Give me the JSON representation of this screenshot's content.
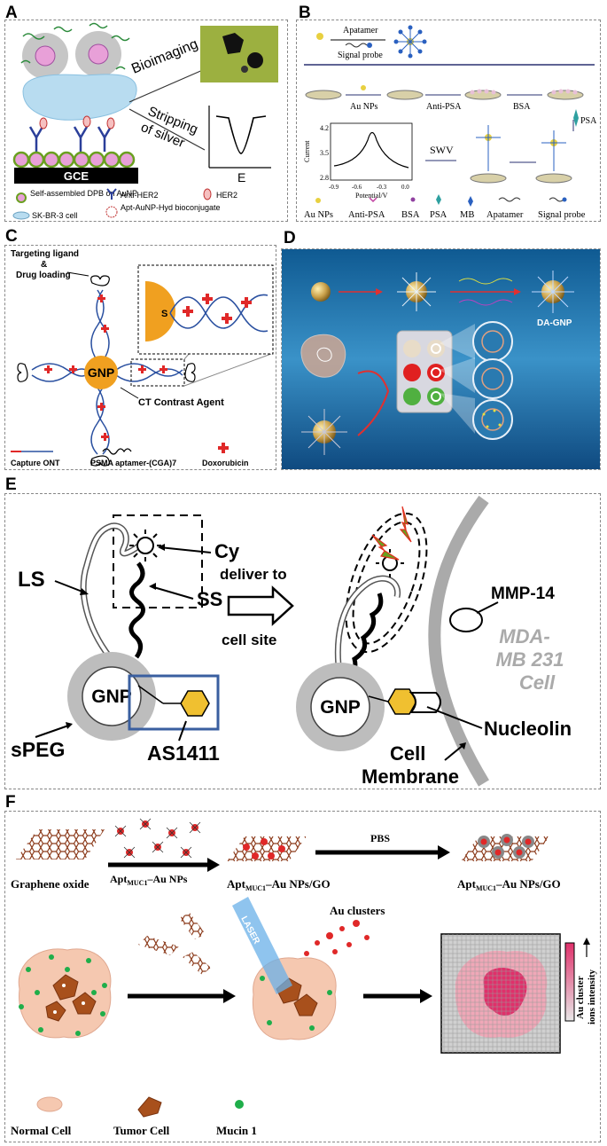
{
  "panels": {
    "A": {
      "letter": "A",
      "bioimaging": "Bioimaging",
      "stripping_line1": "Stripping",
      "stripping_line2": "of silver",
      "electrode": "GCE",
      "axis_e": "E",
      "legend": {
        "dpb": "Self-assembled DPB on AuNP",
        "anti_her2": "Anti-HER2",
        "her2": "HER2",
        "cell": "SK-BR-3 cell",
        "conjugate": "Apt-AuNP-Hyd bioconjugate"
      }
    },
    "B": {
      "letter": "B",
      "apatamer_top": "Apatamer",
      "signal_probe_top": "Signal probe",
      "au_nps_step": "Au NPs",
      "anti_psa_step": "Anti-PSA",
      "bsa_step": "BSA",
      "swv": "SWV",
      "psa_step": "PSA",
      "plot_ylabel": "Current",
      "plot_xlabel": "Potential/V",
      "plot_yticks": [
        "4.2",
        "3.5",
        "2.8"
      ],
      "plot_xticks": [
        "-0.9",
        "-0.6",
        "-0.3",
        "0.0"
      ],
      "legend": [
        "Au NPs",
        "Anti-PSA",
        "BSA",
        "PSA",
        "MB",
        "Apatamer",
        "Signal probe"
      ]
    },
    "C": {
      "letter": "C",
      "targeting_line1": "Targeting ligand",
      "targeting_amp": "&",
      "targeting_line2": "Drug loading",
      "gnp": "GNP",
      "s_label": "S",
      "ct_agent": "CT Contrast Agent",
      "legend": {
        "capture": "Capture ONT",
        "psma": "PSMA aptamer-(CGA)7",
        "dox": "Doxorubicin"
      }
    },
    "D": {
      "letter": "D",
      "da_gnp": "DA-GNP"
    },
    "E": {
      "letter": "E",
      "ls": "LS",
      "cy": "Cy",
      "ss": "SS",
      "deliver_line1": "deliver to",
      "deliver_line2": "cell site",
      "gnp_left": "GNP",
      "gnp_right": "GNP",
      "speg": "sPEG",
      "as1411": "AS1411",
      "mmp14": "MMP-14",
      "cell_line1": "MDA-",
      "cell_line2": "MB 231",
      "cell_line3": "Cell",
      "nucleolin": "Nucleolin",
      "membrane_line1": "Cell",
      "membrane_line2": "Membrane"
    },
    "F": {
      "letter": "F",
      "graphene": "Graphene oxide",
      "apt_prefix": "Apt",
      "apt_sub": "MUC1",
      "arrow1_suffix": "–Au NPs",
      "mid_suffix": "–Au NPs/GO",
      "right_suffix": "–Au NPs/GO",
      "pbs": "PBS",
      "laser": "LASER",
      "au_clusters": "Au clusters",
      "colorbar_line1": "Au cluster",
      "colorbar_line2": "ions intensity",
      "normal_cell": "Normal Cell",
      "tumor_cell": "Tumor Cell",
      "mucin": "Mucin 1"
    }
  },
  "colors": {
    "gold_np": "#c9a04a",
    "np_pink": "#e8a0d8",
    "doxorubicin": "#e02828",
    "underwater": "#1d6fa8",
    "graphene": "#8b3a1a",
    "tumor": "#a8501c",
    "normal": "#f5c8b0",
    "mucin": "#1fae4a",
    "heat_high": "#e0306a"
  }
}
